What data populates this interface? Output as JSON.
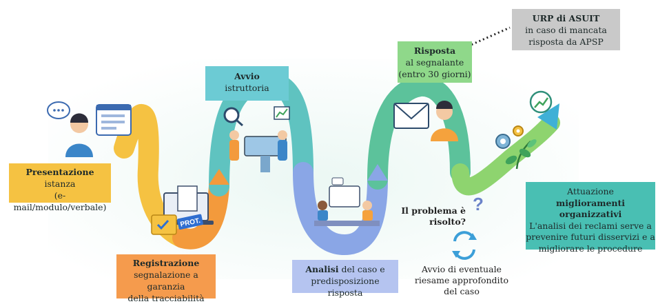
{
  "colors": {
    "orange": "#f39a3c",
    "yellow": "#f5c242",
    "blue": "#8aa6e6",
    "teal": "#4ab8b0",
    "green": "#7fcf7a",
    "background_wash": "#e6f5f2",
    "box_presentazione": "#f5c242",
    "box_registrazione": "#f59b4d",
    "box_avvio": "#6ccbd4",
    "box_analisi": "#b5c4f0",
    "box_risposta": "#8fd88a",
    "box_urp": "#c9c9c9",
    "box_attuazione": "#49bfb3"
  },
  "steps": {
    "presentazione": {
      "bold": "Presentazione",
      "rest": " istanza",
      "line2": "(e-mail/modulo/verbale)"
    },
    "registrazione": {
      "bold": "Registrazione",
      "line2": "segnalazione a garanzia",
      "line3": "della tracciabilità"
    },
    "avvio": {
      "bold": "Avvio",
      "line2": "istruttoria"
    },
    "analisi": {
      "bold": "Analisi",
      "rest": " del caso e",
      "line2": "predisposizione risposta"
    },
    "risposta": {
      "bold": "Risposta",
      "line2": "al segnalante",
      "line3": "(entro 30 giorni)"
    },
    "urp": {
      "bold": "URP di ASUIT",
      "line2": "in caso di mancata",
      "line3": "risposta da APSP"
    },
    "problema": {
      "line1": "Il problema è",
      "line2": "risolto?"
    },
    "riesame": {
      "line1": "Avvio di eventuale",
      "line2": "riesame approfondito",
      "line3": "del caso"
    },
    "attuazione": {
      "line1": "Attuazione",
      "bold": "miglioramenti organizzativi",
      "line3": "L'analisi dei reclami serve a",
      "line4": "prevenire futuri disservizi e a",
      "line5": "migliorare le procedure"
    }
  },
  "badge": {
    "prot": "PROT."
  },
  "icons": {
    "question": "?",
    "refresh": "refresh-icon",
    "growth": "growth-chart-icon",
    "gears": "gears-icon",
    "envelope": "envelope-icon",
    "checkmark": "check-icon"
  }
}
